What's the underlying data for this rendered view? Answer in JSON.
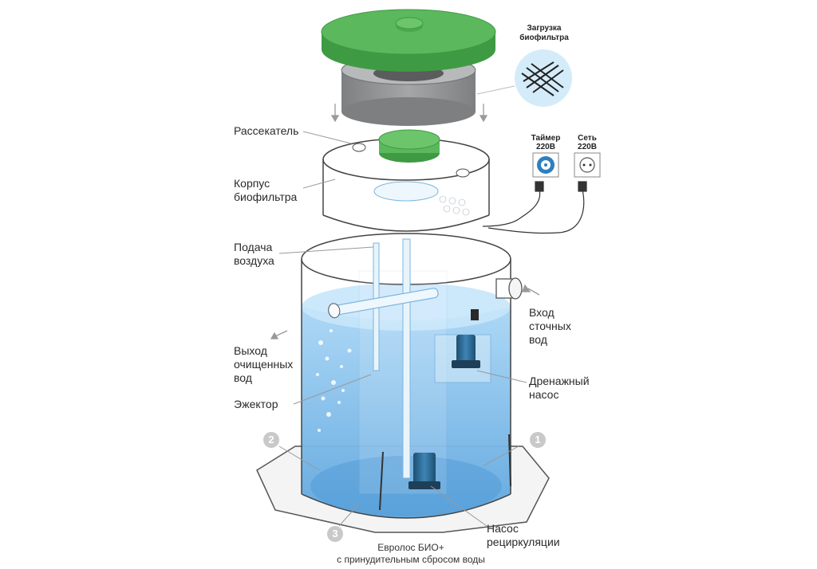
{
  "labels": {
    "rassekatel": "Рассекатель",
    "korpus_1": "Корпус",
    "korpus_2": "биофильтра",
    "podacha_1": "Подача",
    "podacha_2": "воздуха",
    "vyhod_1": "Выход",
    "vyhod_2": "очищенных",
    "vyhod_3": "вод",
    "ezhektor": "Эжектор",
    "vhod_1": "Вход",
    "vhod_2": "сточных",
    "vhod_3": "вод",
    "drenazh_1": "Дренажный",
    "drenazh_2": "насос",
    "nasos_1": "Насос",
    "nasos_2": "рециркуляции",
    "zagruzka_1": "Загрузка",
    "zagruzka_2": "биофильтра",
    "taymer_1": "Таймер",
    "taymer_2": "220В",
    "set_1": "Сеть",
    "set_2": "220В"
  },
  "numbers": [
    "1",
    "2",
    "3"
  ],
  "caption": {
    "line1": "Евролос БИО+",
    "line2": "с принудительным сбросом воды"
  },
  "colors": {
    "lid_green": "#5cb85c",
    "lid_green_dark": "#3f9a44",
    "biofilter_grey": "#8f9193",
    "water_blue": "#8ec6ee",
    "water_deep": "#5fa8e0",
    "pump_blue": "#2e6f9a",
    "base_grey": "#f2f2f2"
  }
}
